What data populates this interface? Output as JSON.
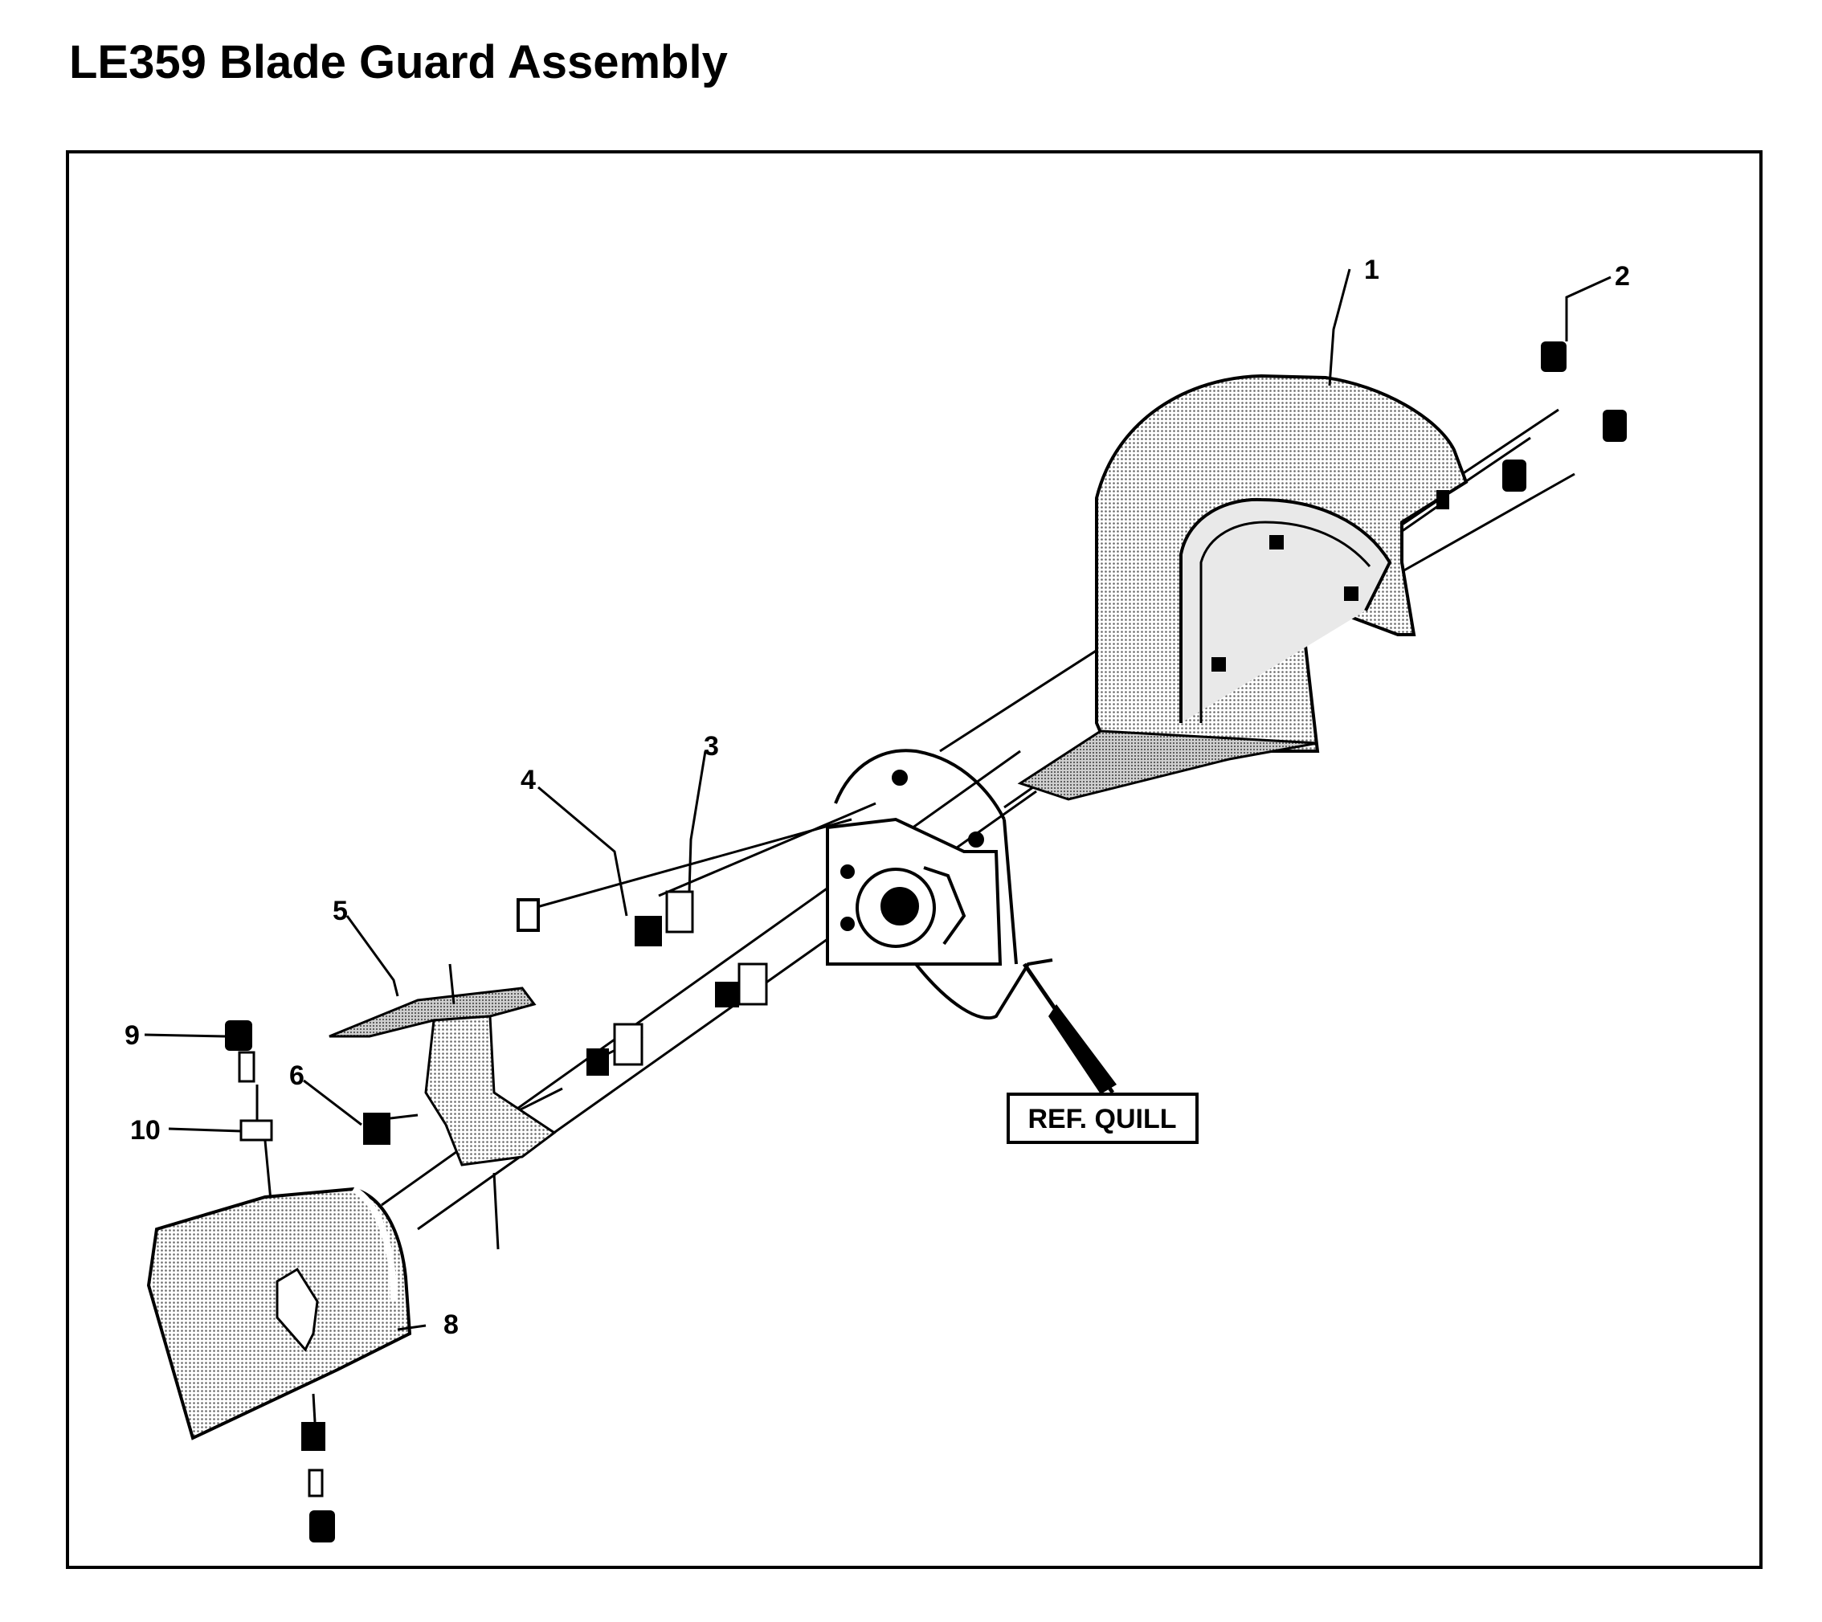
{
  "title": "LE359 Blade Guard Assembly",
  "callouts": [
    "1",
    "2",
    "3",
    "4",
    "5",
    "6",
    "8",
    "9",
    "10"
  ],
  "reference_label": "REF. QUILL",
  "colors": {
    "ink": "#000000",
    "shade": "#c8c8c8",
    "paper": "#ffffff"
  }
}
